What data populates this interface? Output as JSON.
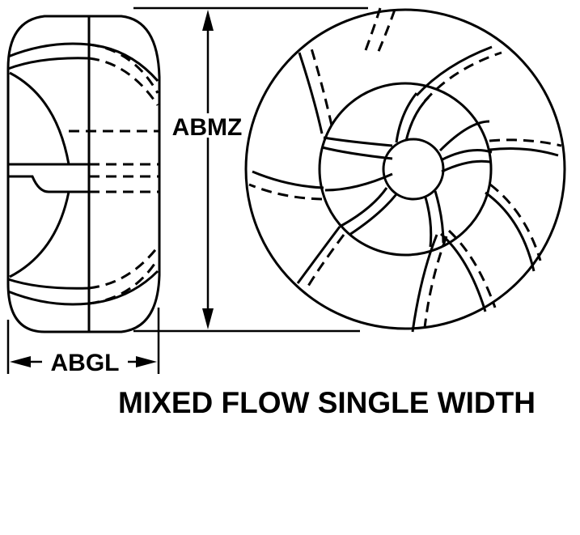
{
  "diagram": {
    "height_dimension_label": "ABMZ",
    "width_dimension_label": "ABGL",
    "caption": "MIXED FLOW SINGLE WIDTH"
  },
  "colors": {
    "ink": "#000000",
    "background": "#ffffff"
  }
}
